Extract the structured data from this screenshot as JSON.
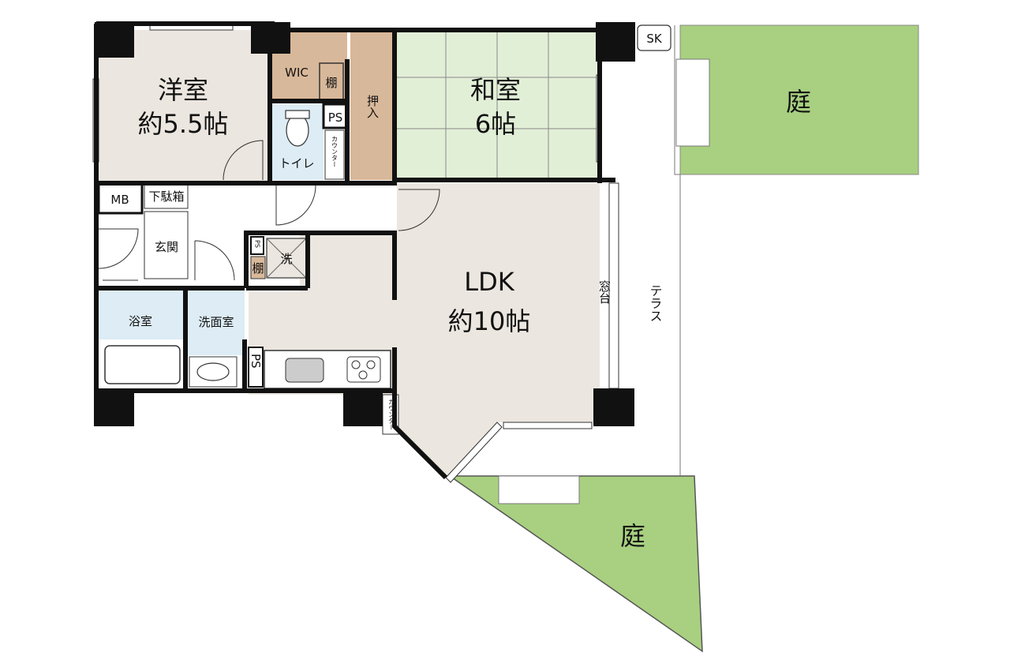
{
  "rooms": {
    "western_name": "洋室",
    "western_size": "約5.5帖",
    "japanese_name": "和室",
    "japanese_size": "6帖",
    "ldk_name": "LDK",
    "ldk_size": "約10帖",
    "garden_top": "庭",
    "garden_bottom": "庭",
    "terrace": "テラス",
    "wic": "WIC",
    "shelf_wic": "棚",
    "ps_toilet": "PS",
    "toilet": "トイレ",
    "counter_toilet": "カウンター",
    "oshiire": "押入",
    "mb": "MB",
    "shoe_box": "下駄箱",
    "entrance": "玄関",
    "ps_small": "PS",
    "wash": "洗",
    "shelf_wash": "棚",
    "bath": "浴室",
    "washroom": "洗面室",
    "ps_kitchen": "PS",
    "counter_kitchen": "カウンター",
    "bay_window": "窓台",
    "sk": "SK"
  },
  "colors": {
    "room_floor": "#ebe6df",
    "tatami": "#e2efd7",
    "wood": "#d8b89a",
    "wet_area": "#ddecf5",
    "garden": "#a8d080",
    "wall": "#111111"
  }
}
